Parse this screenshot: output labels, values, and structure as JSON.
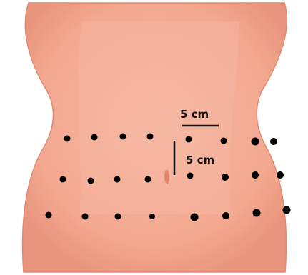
{
  "figure": {
    "scale_horizontal_label": "5 cm",
    "scale_vertical_label": "5 cm",
    "injection_grid": {
      "rows": 3,
      "points_per_row": 8,
      "point_spacing_cm": 5
    }
  },
  "colors": {
    "skin": "#f3a890",
    "skin_shadow": "#e48f78",
    "skin_highlight": "#f7b9a3",
    "navel": "#d9826c",
    "marker": "#000000",
    "scale_bar": "#111111"
  }
}
